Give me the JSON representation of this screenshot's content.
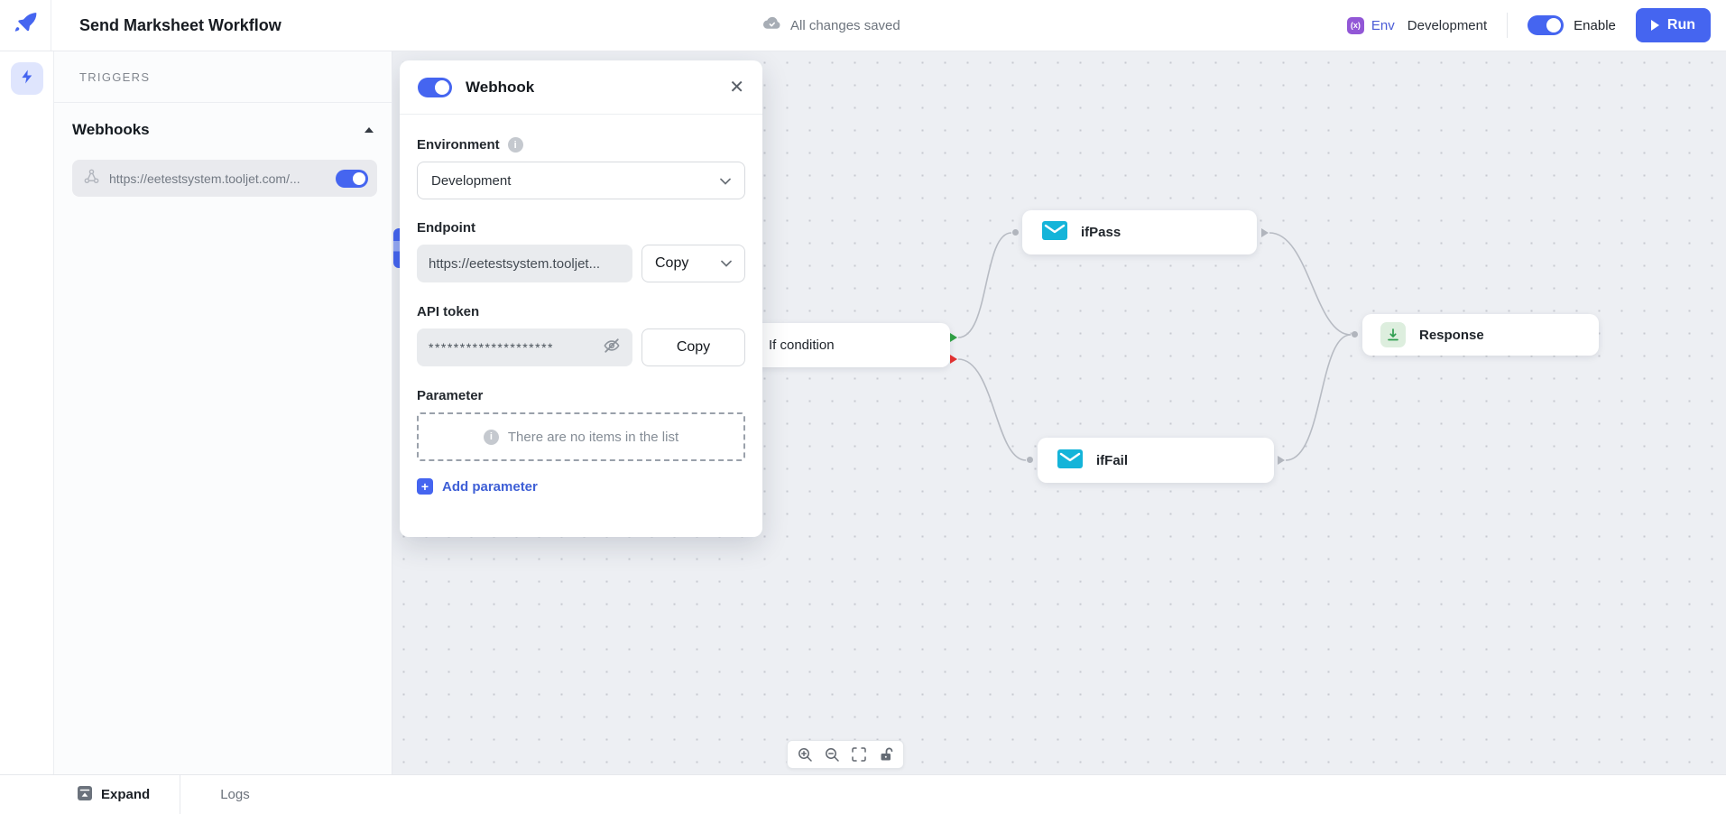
{
  "header": {
    "app_title": "Send Marksheet Workflow",
    "save_status": "All changes saved",
    "env_label": "Env",
    "env_value": "Development",
    "env_icon_glyph": "(x)",
    "enable_label": "Enable",
    "run_label": "Run"
  },
  "sidebar": {
    "triggers_title": "TRIGGERS",
    "webhooks_title": "Webhooks",
    "webhook_url": "https://eetestsystem.tooljet.com/..."
  },
  "webhook_panel": {
    "title": "Webhook",
    "environment_label": "Environment",
    "environment_value": "Development",
    "endpoint_label": "Endpoint",
    "endpoint_value": "https://eetestsystem.tooljet...",
    "endpoint_copy_label": "Copy",
    "api_token_label": "API token",
    "api_token_value": "********************",
    "api_token_copy_label": "Copy",
    "parameter_label": "Parameter",
    "parameter_empty_text": "There are no items in the list",
    "add_parameter_label": "Add parameter",
    "info_glyph": "i"
  },
  "canvas": {
    "nodes": [
      {
        "id": "if-condition",
        "label": "If condition",
        "type": "condition"
      },
      {
        "id": "ifPass",
        "label": "ifPass",
        "type": "smtp-email"
      },
      {
        "id": "ifFail",
        "label": "ifFail",
        "type": "smtp-email"
      },
      {
        "id": "response",
        "label": "Response",
        "type": "response"
      }
    ]
  },
  "footer": {
    "expand_label": "Expand",
    "logs_label": "Logs"
  },
  "colors": {
    "accent_blue": "#4565f0",
    "env_purple": "#9257d6",
    "email_icon_cyan": "#14b4d9",
    "response_icon_green": "#2e9e4f",
    "success_handle": "#2f9e44",
    "failure_handle": "#e03131",
    "canvas_bg": "#edeff3"
  }
}
